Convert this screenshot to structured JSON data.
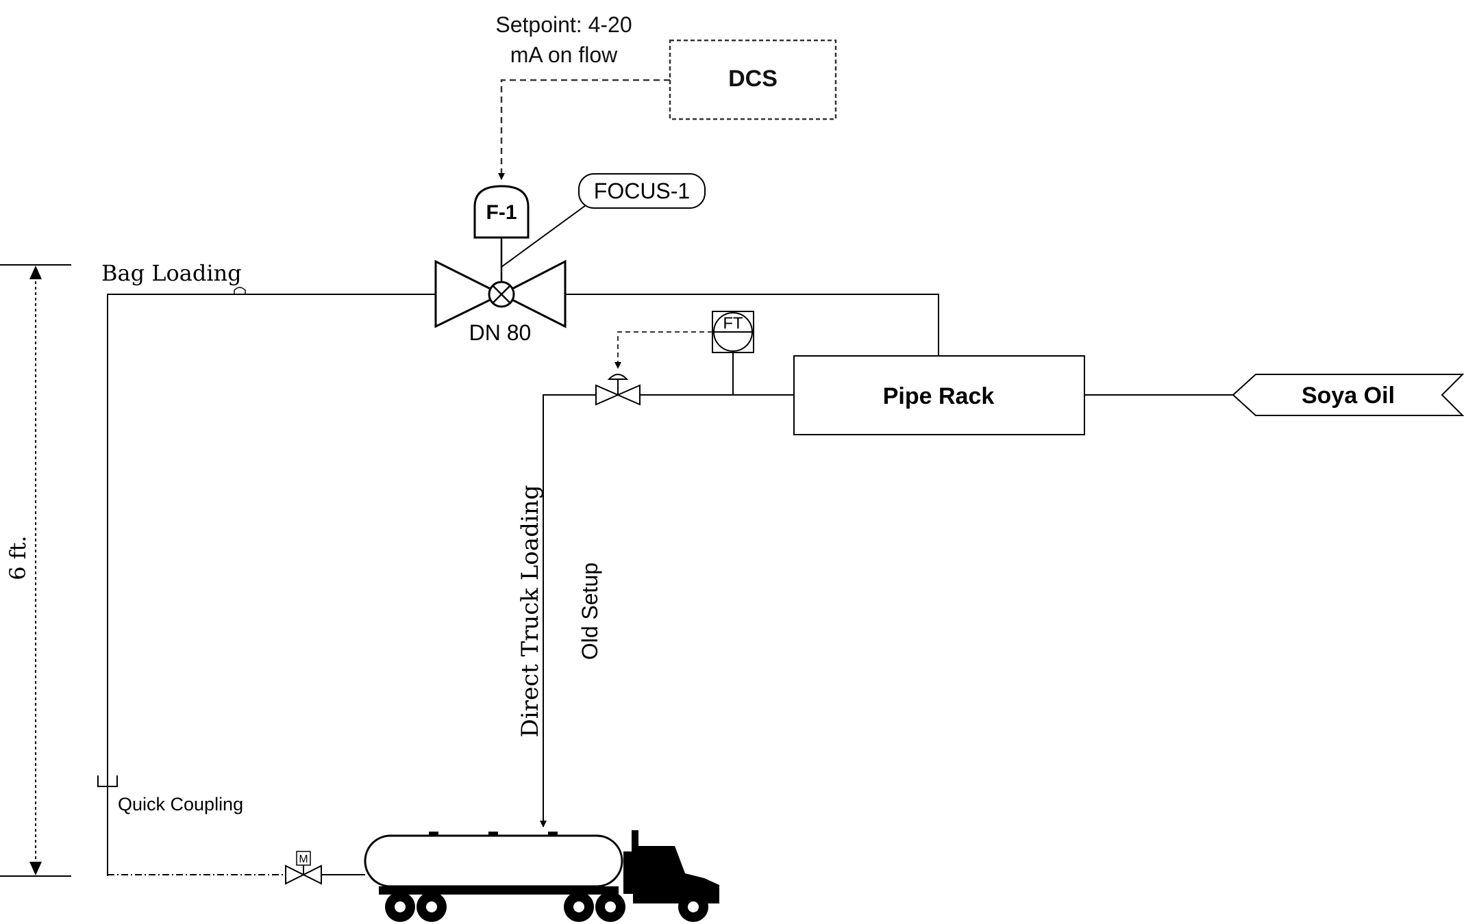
{
  "labels": {
    "setpoint_line1": "Setpoint: 4-20",
    "setpoint_line2": "mA on flow",
    "dcs": "DCS",
    "f1": "F-1",
    "focus1": "FOCUS-1",
    "bag_loading": "Bag Loading",
    "dn80": "DN 80",
    "ft": "FT",
    "pipe_rack": "Pipe Rack",
    "soya_oil": "Soya Oil",
    "direct_truck_loading": "Direct Truck Loading",
    "old_setup": "Old Setup",
    "six_ft": "6 ft.",
    "quick_coupling": "Quick Coupling",
    "motor_valve": "M"
  }
}
